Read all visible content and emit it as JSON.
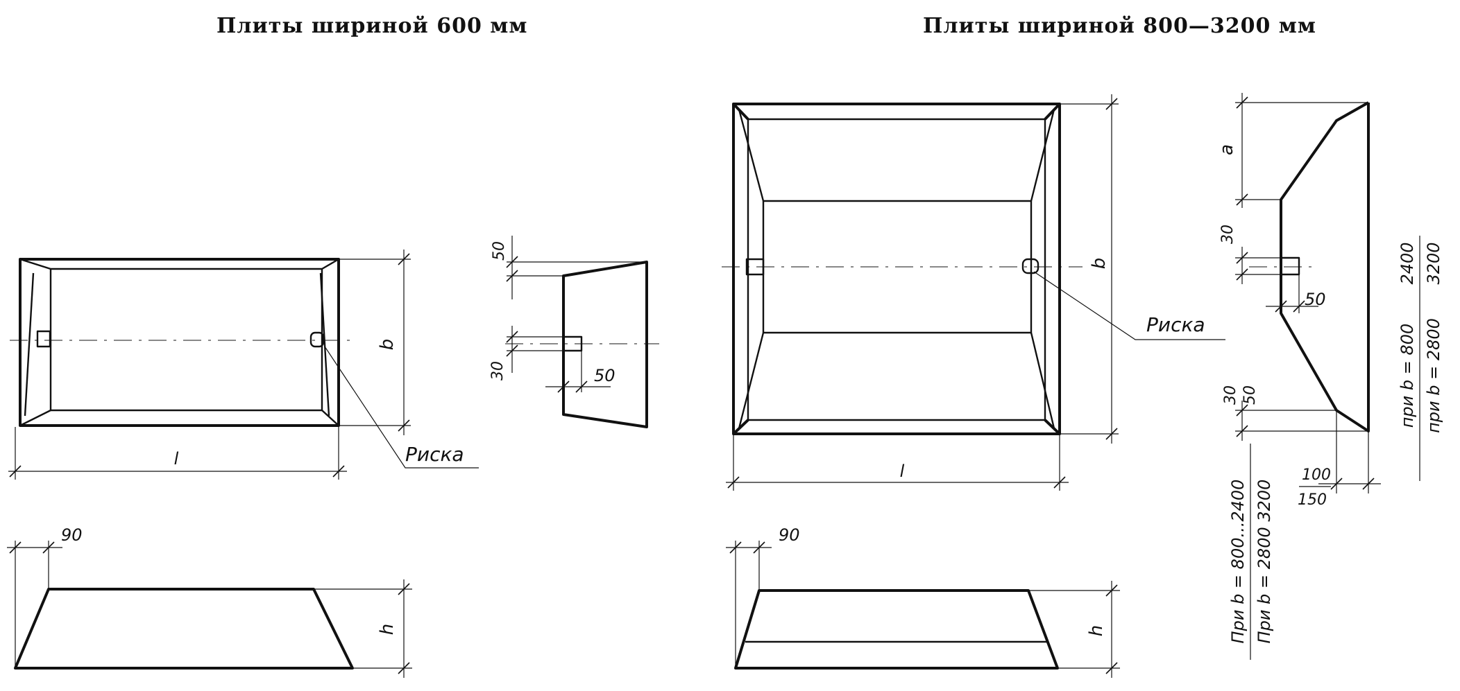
{
  "titles": {
    "left": "Плиты шириной 600 мм",
    "right": "Плиты шириной 800—3200 мм"
  },
  "labels": {
    "l": "l",
    "b": "b",
    "h": "h",
    "a": "a",
    "riska": "Риска",
    "dim_90": "90",
    "dim_50": "50",
    "dim_30": "30",
    "dim_100": "100",
    "dim_150": "150",
    "dim_2400": "2400",
    "dim_3200": "3200",
    "cond_b_800_upper": "при b = 800",
    "cond_b_2800_lower": "при b = 2800",
    "cond_800_2400": "При b = 800...2400",
    "cond_2800_3200": "При b = 2800  3200"
  }
}
